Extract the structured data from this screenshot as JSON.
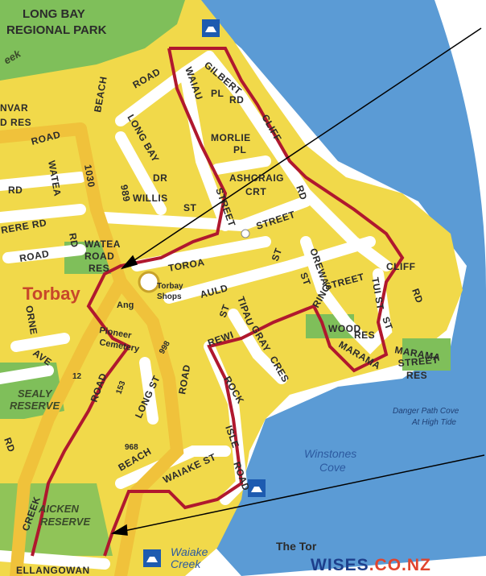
{
  "map": {
    "colors": {
      "water": "#5b9bd5",
      "land": "#f1d94a",
      "park": "#7fbf5a",
      "road": "#ffffff",
      "arterial": "#f0c23b",
      "route": "#b0182e",
      "arrow": "#000000"
    },
    "labels": {
      "park_long_bay": "LONG BAY",
      "park_regional": "REGIONAL PARK",
      "creek_top": "eek",
      "nvar": "NVAR",
      "d_res": "D RES",
      "road_beach_top": "BEACH",
      "road_road_top": "ROAD",
      "road_1030": "1030",
      "road_road_left": "ROAD",
      "long_bay": "LONG BAY",
      "dr": "DR",
      "road_989": "989",
      "willis": "WILLIS",
      "st_willis": "ST",
      "watea": "WATEA",
      "rd_watea": "RD",
      "rd_left": "RD",
      "rere_rd": "RERE RD",
      "road_left2": "ROAD",
      "watea_road": "WATEA",
      "road_res": "ROAD",
      "res": "RES",
      "torbay": "Torbay",
      "wainau": "WAIAU",
      "gilbert": "GILBERT",
      "pl": "PL",
      "rd_gilbert": "RD",
      "morlie": "MORLIE",
      "pl_morlie": "PL",
      "cliff": "CLIFF",
      "rd_cliff": "RD",
      "ashcraig": "ASHCRAIG",
      "crt": "CRT",
      "street": "STREET",
      "street2": "STREET",
      "toroa": "TOROA",
      "st_toroa": "ST",
      "st_oreva": "ST",
      "torbay_shops_1": "Torbay",
      "torbay_shops_2": "Shops",
      "auld": "AULD",
      "st_auld": "ST",
      "tipau": "TIPAU",
      "oreva": "OREWA",
      "ring": "RING",
      "wood": "WOOD",
      "res_ring": "RES",
      "street_tui": "STREET",
      "tui_st": "TUI ST",
      "cliff2": "CLIFF",
      "rd_cliff2": "RD",
      "st_marama": "ST",
      "marama": "MARAMA",
      "marama_street": "MARAMA",
      "street_res": "STREET",
      "res_marama": "RES",
      "orne": "ORNE",
      "ave": "AVE",
      "ang": "Ang",
      "pioneer": "Pioneer",
      "cemetery": "Cemetery",
      "road_998": "998",
      "rewi": "REWI",
      "gray": "GRAY",
      "cres": "CRES",
      "road_12": "12",
      "sealy": "SEALY",
      "reserve": "RESERVE",
      "rd_bottom_left": "RD",
      "road_153": "153",
      "road_main": "ROAD",
      "long_st": "LONG ST",
      "road_mid": "ROAD",
      "rock": "ROCK",
      "isle": "ISLE",
      "road_isle": "ROAD",
      "danger_1": "Danger Path Cove",
      "danger_2": "At High Tide",
      "winstones_1": "Winstones",
      "winstones_2": "Cove",
      "road_968": "968",
      "beach": "BEACH",
      "waiake_st": "WAIAKE ST",
      "creek": "CREEK",
      "aicken": "AICKEN",
      "reserve2": "RESERVE",
      "waiake": "Waiake",
      "creek2": "Creek",
      "the_tor": "The Tor",
      "ellangowan": "ELLANGOWAN"
    }
  },
  "brand": {
    "word": "WISES",
    "suffix": ".CO.NZ"
  }
}
